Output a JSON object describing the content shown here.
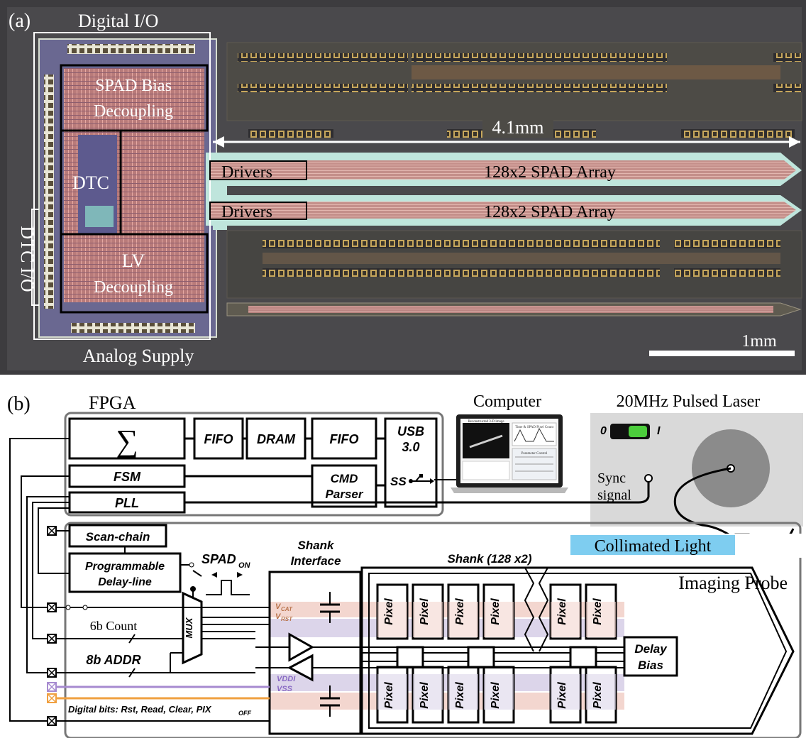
{
  "panel_a": {
    "panel_label": "(a)",
    "digital_io": "Digital I/O",
    "spad_bias_line1": "SPAD Bias",
    "spad_bias_line2": "Decoupling",
    "dtc": "DTC",
    "dtc_io": "DTC I/O",
    "lv_line1": "LV",
    "lv_line2": "Decoupling",
    "analog_supply": "Analog Supply",
    "dimension": "4.1mm",
    "drivers_top": "Drivers",
    "drivers_bottom": "Drivers",
    "array_top": "128x2 SPAD Array",
    "array_bottom": "128x2 SPAD Array",
    "scale_bar": "1mm"
  },
  "panel_b": {
    "panel_label": "(b)",
    "fpga": "FPGA",
    "sigma": "∑",
    "fifo1": "FIFO",
    "dram": "DRAM",
    "fifo2": "FIFO",
    "usb_line1": "USB",
    "usb_line2": "3.0",
    "ss": "SS",
    "fsm": "FSM",
    "pll": "PLL",
    "cmd_line1": "CMD",
    "cmd_line2": "Parser",
    "computer": "Computer",
    "laser": "20MHz Pulsed Laser",
    "switch_off": "0",
    "switch_on": "I",
    "sync_line1": "Sync",
    "sync_line2": "signal",
    "collimated": "Collimated Light",
    "scan_chain": "Scan-chain",
    "pdl_line1": "Programmable",
    "pdl_line2": "Delay-line",
    "spad_on": "SPAD",
    "spad_on_sub": "ON",
    "shank_if_line1": "Shank",
    "shank_if_line2": "Interface",
    "shank": "Shank (128 x2)",
    "imaging_probe": "Imaging Probe",
    "vcat": "V",
    "vcat_sub": "CAT",
    "vrst": "V",
    "vrst_sub": "RST",
    "vddi": "VDDI",
    "vss": "VSS",
    "count": "6b Count",
    "addr": "8b ADDR",
    "mux": "MUX",
    "digital_bits": "Digital bits: Rst, Read, Clear, PIX",
    "digital_bits_sub": "OFF",
    "pixel": "Pixel",
    "delay_line1": "Delay",
    "delay_line2": "Bias",
    "screen_title": "Reconstructed 3-D image",
    "screen_plot": "Time & SPAD Pixel Count",
    "screen_panel": "Parameter Control"
  },
  "colors": {
    "die_bg": "#3b3a3c",
    "pad_orange": "#c7a75c",
    "probe_pink": "#c08a86",
    "vcat_band": "#f3d6cf",
    "vddi_band": "#dcd5ea",
    "purple_line": "#a78bd0",
    "orange_line": "#f0a040",
    "light_blue": "#7ecdf0",
    "laser_panel": "#d9d9d9"
  }
}
